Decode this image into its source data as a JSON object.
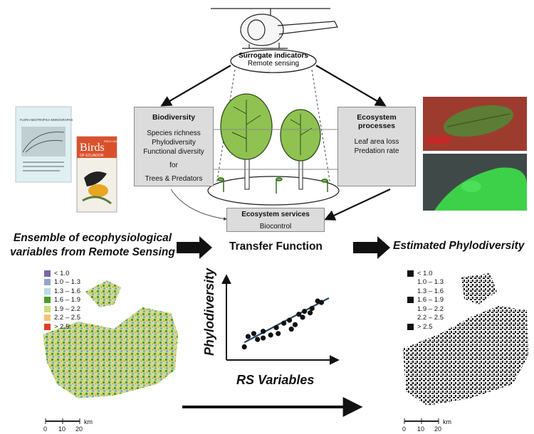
{
  "top": {
    "ellipse_title": "Surrogate indicators",
    "ellipse_sub": "Remote sensing"
  },
  "biodiversity": {
    "title": "Biodiversity",
    "lines": [
      "Species richness",
      "Phylodiversity",
      "Functional diversity",
      "",
      "for",
      "",
      "Trees & Predators"
    ]
  },
  "processes": {
    "title": "Ecosystem processes",
    "lines": [
      "Leaf area loss",
      "Predation rate"
    ]
  },
  "services": {
    "title": "Ecosystem services",
    "line": "Biocontrol"
  },
  "row_labels": {
    "left_line1": "Ensemble of ecophysiological",
    "left_line2": "variables from Remote Sensing",
    "middle": "Transfer Function",
    "right": "Estimated Phylodiversity"
  },
  "book1": {
    "title": "FLORA NEOTROPICA MONOGRAPHS"
  },
  "book2": {
    "title": "Birds",
    "subtitle": "OF ECUADOR",
    "tag": "FIELD GUIDE"
  },
  "map_left": {
    "legend": [
      {
        "label": "< 1.0",
        "color": "#7468a8"
      },
      {
        "label": "1.0 – 1.3",
        "color": "#94a3cc"
      },
      {
        "label": "1.3 – 1.6",
        "color": "#b8dce6"
      },
      {
        "label": "1.6 – 1.9",
        "color": "#4a9b2c"
      },
      {
        "label": "1.9 – 2.2",
        "color": "#c9e07a"
      },
      {
        "label": "2.2 – 2.5",
        "color": "#f3c27a"
      },
      {
        "label": "> 2.5",
        "color": "#e0402a"
      }
    ],
    "scale": [
      "0",
      "10",
      "20",
      "km"
    ]
  },
  "map_right": {
    "legend": [
      "< 1.0",
      "1.0 – 1.3",
      "1.3 – 1.6",
      "1.6 – 1.9",
      "1.9 – 2.2",
      "2.2 – 2.5",
      "> 2.5"
    ],
    "scale": [
      "0",
      "10",
      "20",
      "km"
    ]
  },
  "scatter": {
    "ylabel": "Phylodiversity",
    "xlabel": "RS Variables"
  },
  "chart_data": {
    "type": "scatter",
    "xlabel": "RS Variables",
    "ylabel": "Phylodiversity",
    "points": [
      [
        0.1,
        0.12
      ],
      [
        0.14,
        0.26
      ],
      [
        0.2,
        0.3
      ],
      [
        0.24,
        0.22
      ],
      [
        0.3,
        0.24
      ],
      [
        0.3,
        0.33
      ],
      [
        0.38,
        0.28
      ],
      [
        0.44,
        0.38
      ],
      [
        0.46,
        0.3
      ],
      [
        0.52,
        0.44
      ],
      [
        0.58,
        0.48
      ],
      [
        0.6,
        0.36
      ],
      [
        0.64,
        0.42
      ],
      [
        0.68,
        0.56
      ],
      [
        0.72,
        0.52
      ],
      [
        0.74,
        0.6
      ],
      [
        0.8,
        0.58
      ],
      [
        0.82,
        0.64
      ],
      [
        0.88,
        0.74
      ],
      [
        0.92,
        0.72
      ]
    ],
    "fit": [
      [
        0.1,
        0.18
      ],
      [
        1.0,
        0.78
      ]
    ],
    "line_color": "#23486f"
  }
}
